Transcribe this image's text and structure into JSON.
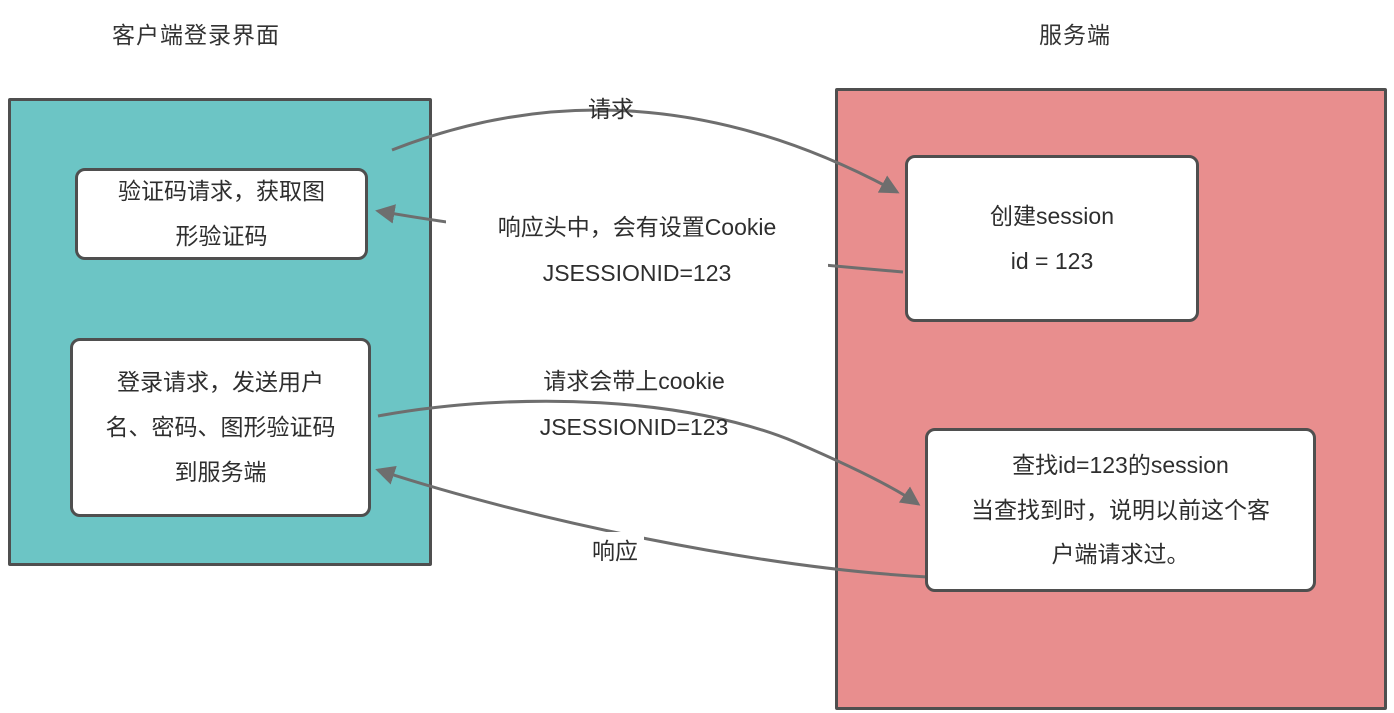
{
  "titles": {
    "client": "客户端登录界面",
    "server": "服务端"
  },
  "client_panel": {
    "box1": {
      "lines": [
        "验证码请求，获取图",
        "形验证码"
      ]
    },
    "box2": {
      "lines": [
        "登录请求，发送用户",
        "名、密码、图形验证码",
        "到服务端"
      ]
    }
  },
  "server_panel": {
    "box1": {
      "lines": [
        "创建session",
        "id = 123"
      ]
    },
    "box2": {
      "lines": [
        "查找id=123的session",
        "当查找到时，说明以前这个客",
        "户端请求过。"
      ]
    }
  },
  "labels": {
    "request": "请求",
    "set_cookie": {
      "lines": [
        "响应头中，会有设置Cookie",
        "JSESSIONID=123"
      ]
    },
    "cookie_request": {
      "lines": [
        "请求会带上cookie",
        "JSESSIONID=123"
      ]
    },
    "response": "响应"
  },
  "colors": {
    "client_fill": "#6cc5c5",
    "server_fill": "#e88e8e",
    "outline": "#4f4f4f",
    "arrow": "#6e6e6e"
  }
}
